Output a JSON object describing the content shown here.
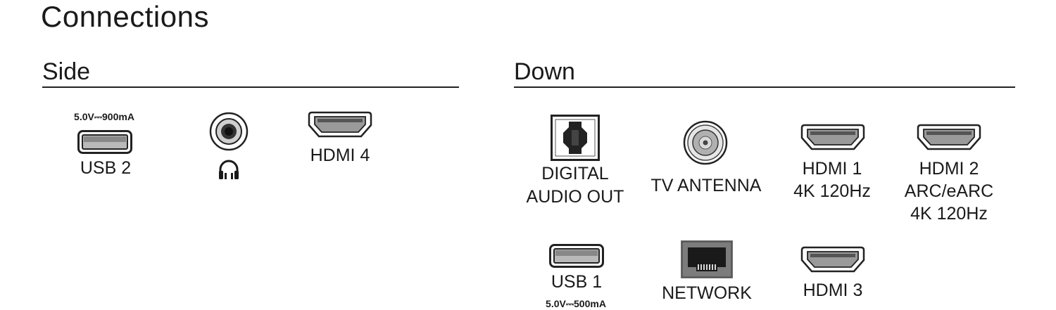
{
  "page": {
    "title": "Connections"
  },
  "sections": {
    "side": {
      "title": "Side"
    },
    "down": {
      "title": "Down"
    }
  },
  "ports": {
    "usb2": {
      "spec": "5.0V⎓900mA",
      "label": "USB 2"
    },
    "headphone": {
      "icon": "headphones-icon"
    },
    "hdmi4": {
      "label": "HDMI 4"
    },
    "digital_audio": {
      "lines": [
        "DIGITAL",
        "AUDIO OUT"
      ]
    },
    "tv_antenna": {
      "label": "TV ANTENNA"
    },
    "hdmi1": {
      "lines": [
        "HDMI 1",
        "4K 120Hz"
      ]
    },
    "hdmi2": {
      "lines": [
        "HDMI 2",
        "ARC/eARC",
        "4K 120Hz"
      ]
    },
    "usb1": {
      "label": "USB 1",
      "spec": "5.0V⎓500mA"
    },
    "network": {
      "label": "NETWORK"
    },
    "hdmi3": {
      "label": "HDMI 3"
    }
  }
}
